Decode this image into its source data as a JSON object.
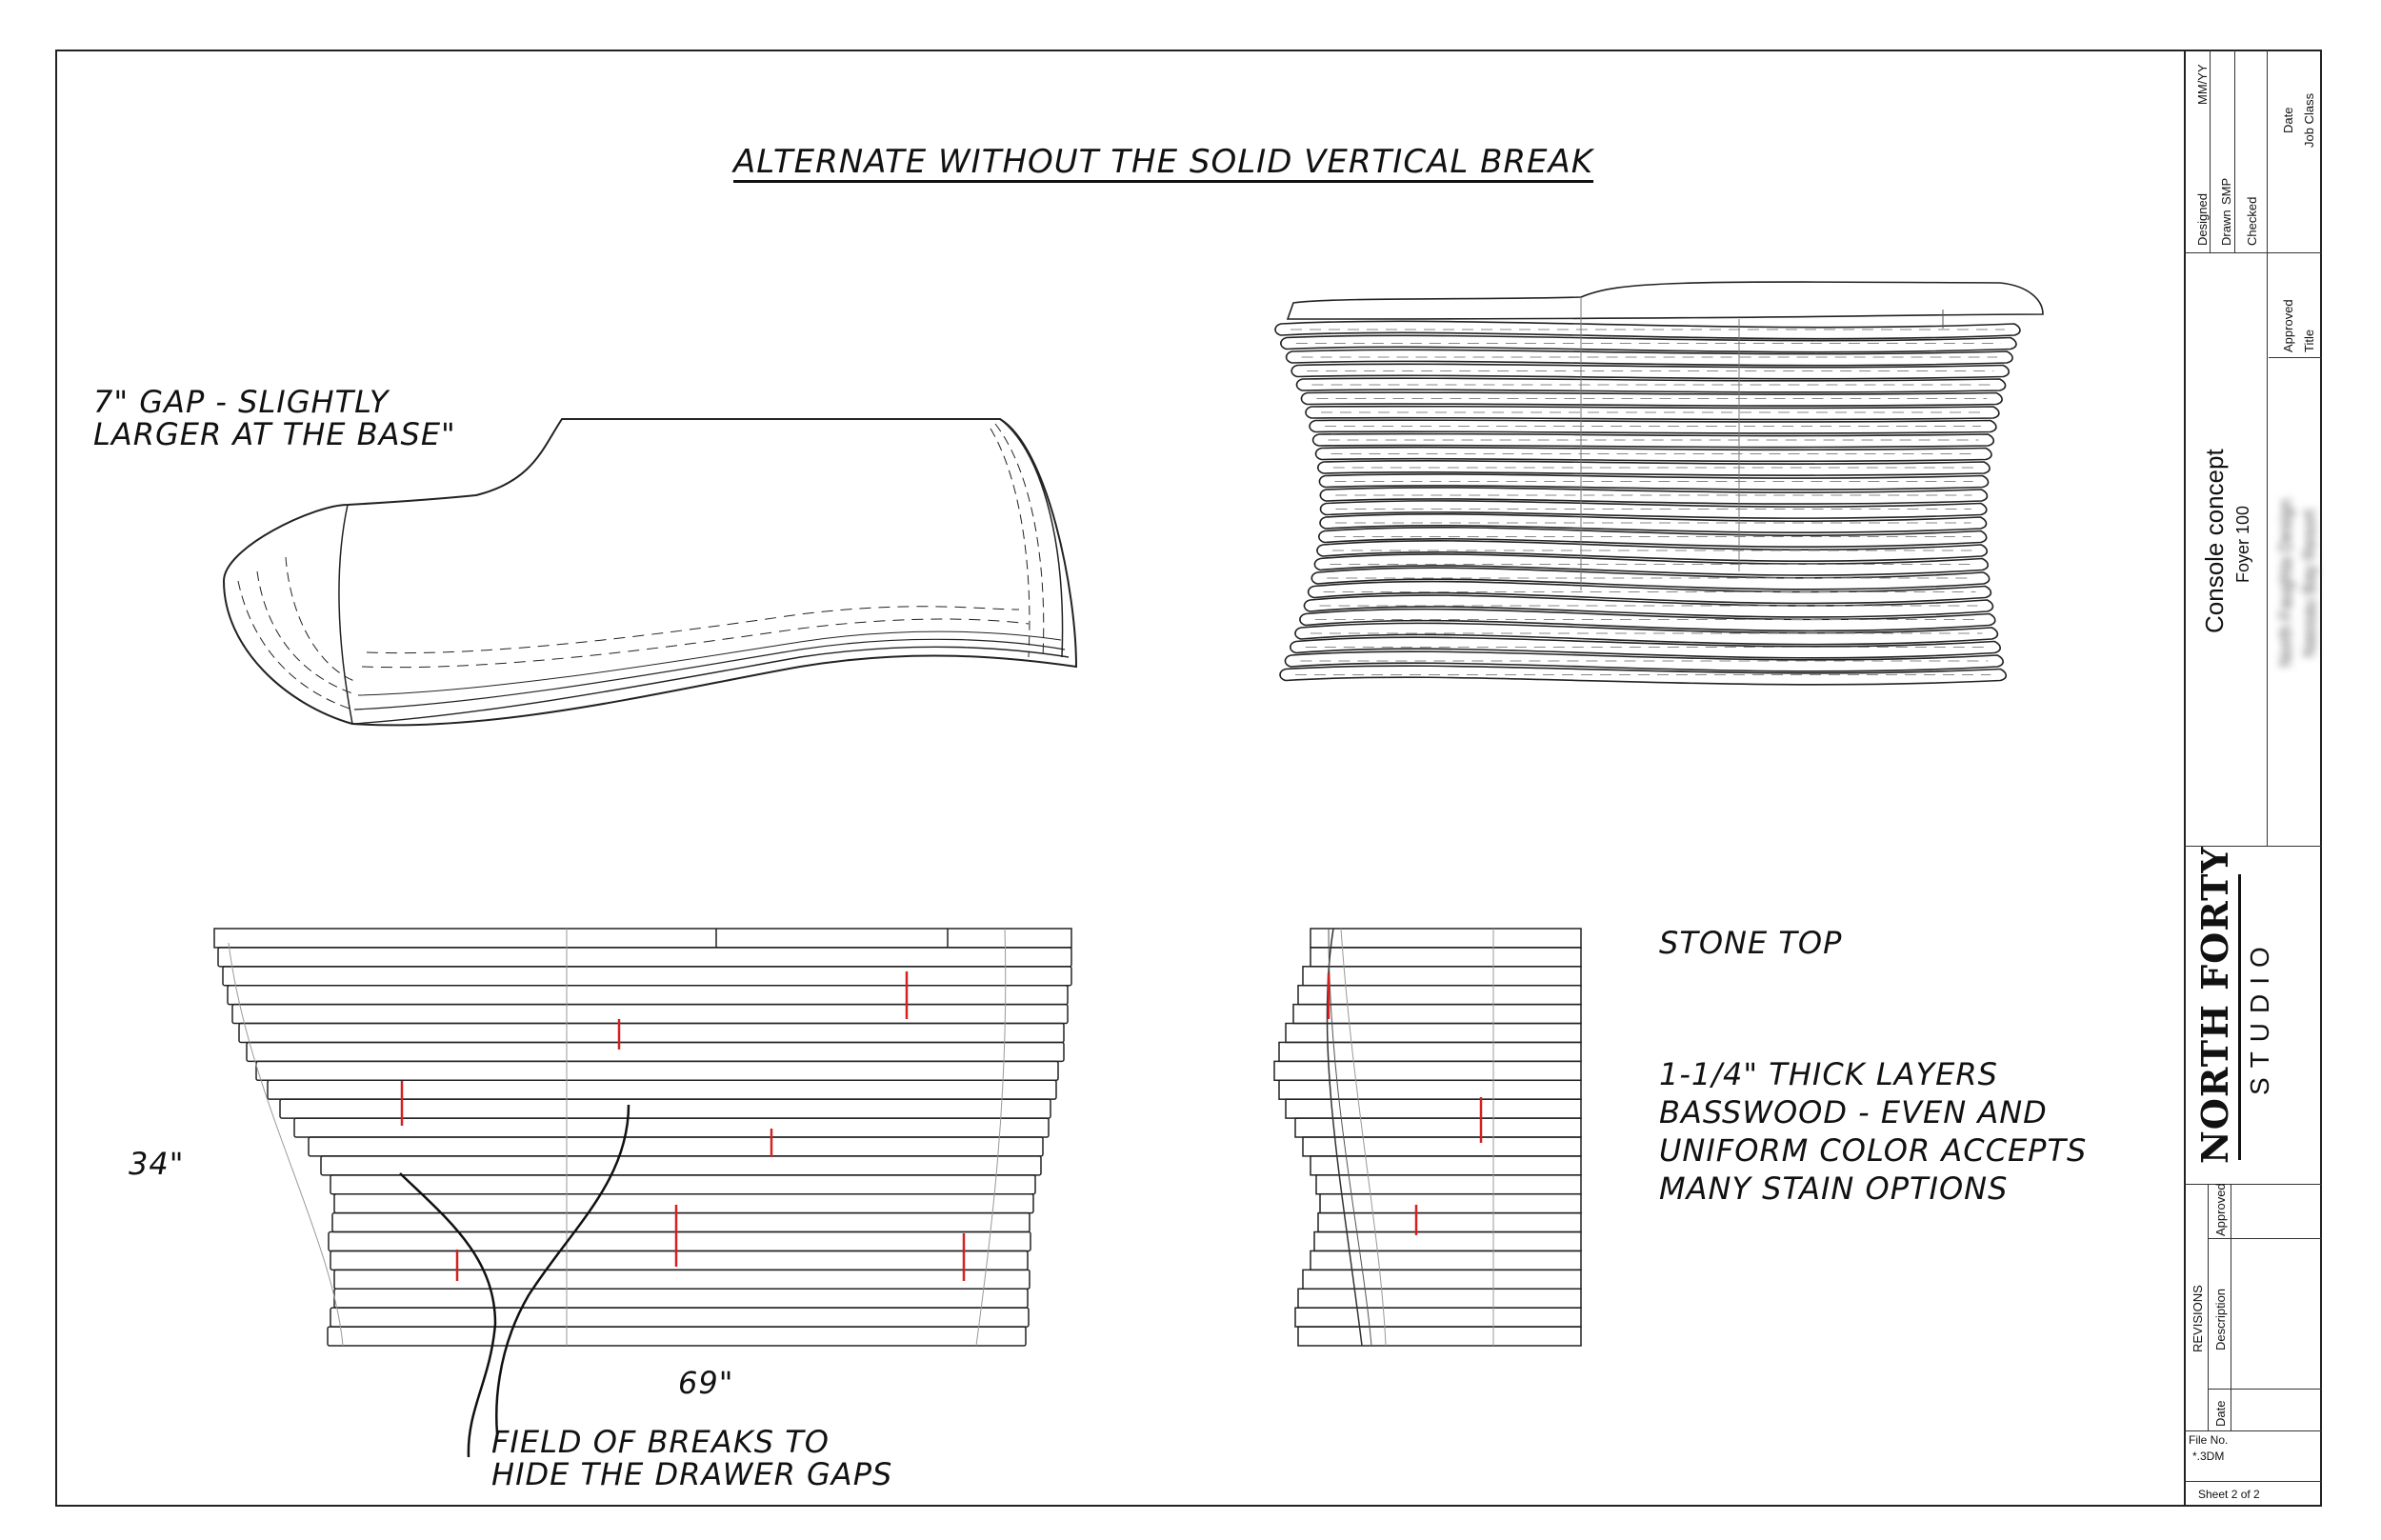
{
  "drawing": {
    "title": "ALTERNATE WITHOUT THE SOLID VERTICAL BREAK",
    "gap_note_line1": "7\" GAP - SLIGHTLY",
    "gap_note_line2": "LARGER AT THE BASE\"",
    "height_dim": "34\"",
    "width_dim": "69\"",
    "breaks_note_line1": "FIELD OF BREAKS TO",
    "breaks_note_line2": "HIDE THE DRAWER GAPS",
    "stone_note": "STONE TOP",
    "layers_line1": "1-1/4\" THICK LAYERS",
    "layers_line2": "BASSWOOD - EVEN AND",
    "layers_line3": " UNIFORM COLOR ACCEPTS",
    "layers_line4": "MANY STAIN OPTIONS",
    "accent_color": "#d42020"
  },
  "title_block": {
    "designed_label": "Designed",
    "designed_date": "MM/YY",
    "drawn_label": "Drawn",
    "drawn_value": "SMP",
    "checked_label": "Checked",
    "approved_label": "Approved",
    "date_label": "Date",
    "title_label": "Title",
    "job_class_label": "Job Class",
    "project_title": "Console concept",
    "project_subtitle": "Foyer 100",
    "blurred_line1": "North Faughta Design",
    "blurred_line2": "Nassau Bay Resort",
    "studio_name": "NORTH FORTY",
    "studio_sub": "STUDIO",
    "revisions_label": "REVISIONS",
    "rev_approved": "Approved",
    "rev_description": "Description",
    "rev_date": "Date",
    "file_no_label": "File No.",
    "file_no_value": "*.3DM",
    "sheet": "Sheet 2 of 2"
  }
}
